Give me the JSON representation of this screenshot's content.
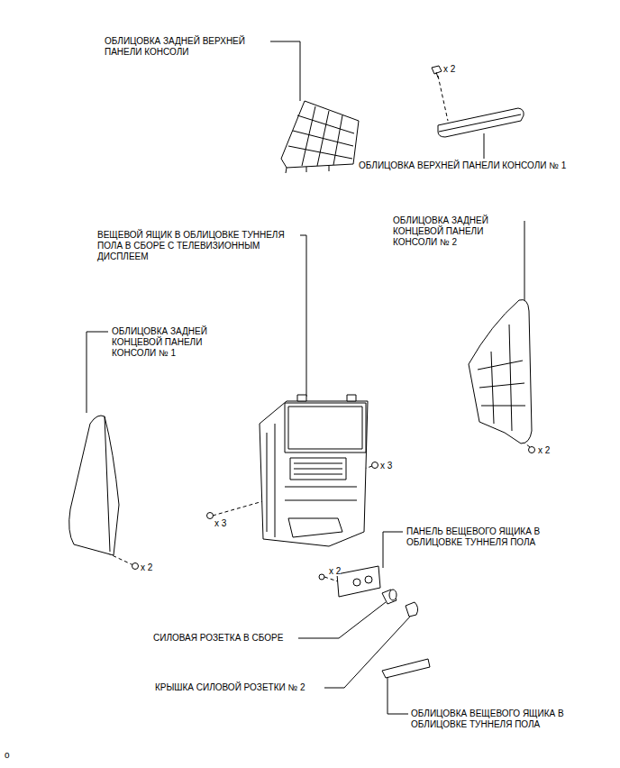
{
  "diagram": {
    "labels": [
      "ОБЛИЦОВКА ЗАДНЕЙ ВЕРХНЕЙ ПАНЕЛИ КОНСОЛИ",
      "x 2",
      "ОБЛИЦОВКА ВЕРХНЕЙ ПАНЕЛИ КОНСОЛИ № 1",
      "ВЕЩЕВОЙ ЯЩИК В ОБЛИЦОВКЕ ТУННЕЛЯ ПОЛА В СБОРЕ С ТЕЛЕВИЗИОННЫМ ДИСПЛЕЕМ",
      "ОБЛИЦОВКА ЗАДНЕЙ КОНЦЕВОЙ ПАНЕЛИ КОНСОЛИ № 2",
      "ОБЛИЦОВКА ЗАДНЕЙ КОНЦЕВОЙ ПАНЕЛИ КОНСОЛИ № 1",
      "x 3",
      "x 2",
      "x 3",
      "ПАНЕЛЬ ВЕЩЕВОГО ЯЩИКА В ОБЛИЦОВКЕ ТУННЕЛЯ ПОЛА",
      "x 2",
      "x 2",
      "СИЛОВАЯ РОЗЕТКА В СБОРЕ",
      "КРЫШКА СИЛОВОЙ РОЗЕТКИ № 2",
      "ОБЛИЦОВКА ВЕЩЕВОГО ЯЩИКА В ОБЛИЦОВКЕ ТУННЕЛЯ ПОЛА",
      "o"
    ]
  }
}
